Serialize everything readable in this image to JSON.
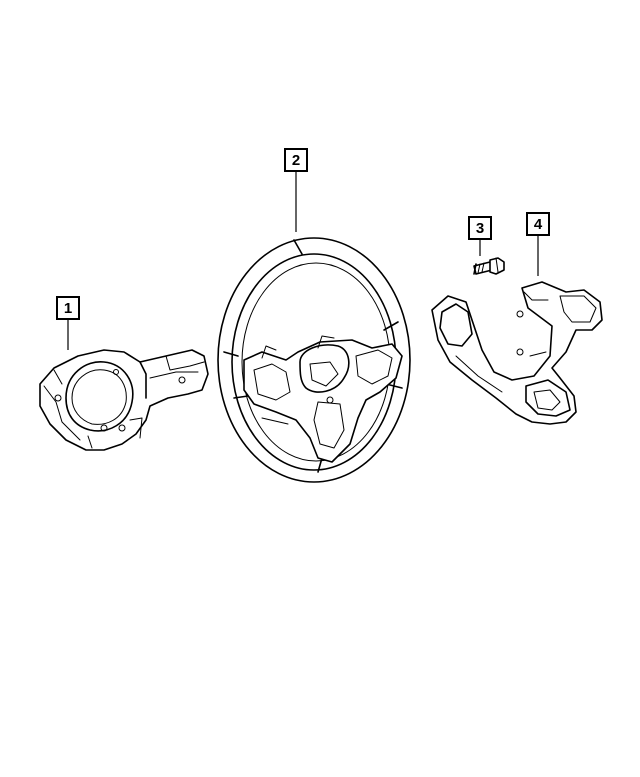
{
  "callouts": [
    {
      "id": "1",
      "label": "1"
    },
    {
      "id": "2",
      "label": "2"
    },
    {
      "id": "3",
      "label": "3"
    },
    {
      "id": "4",
      "label": "4"
    }
  ],
  "parts": {
    "p1": "shroud",
    "p2": "steering-wheel",
    "p3": "screw",
    "p4": "bezel"
  }
}
